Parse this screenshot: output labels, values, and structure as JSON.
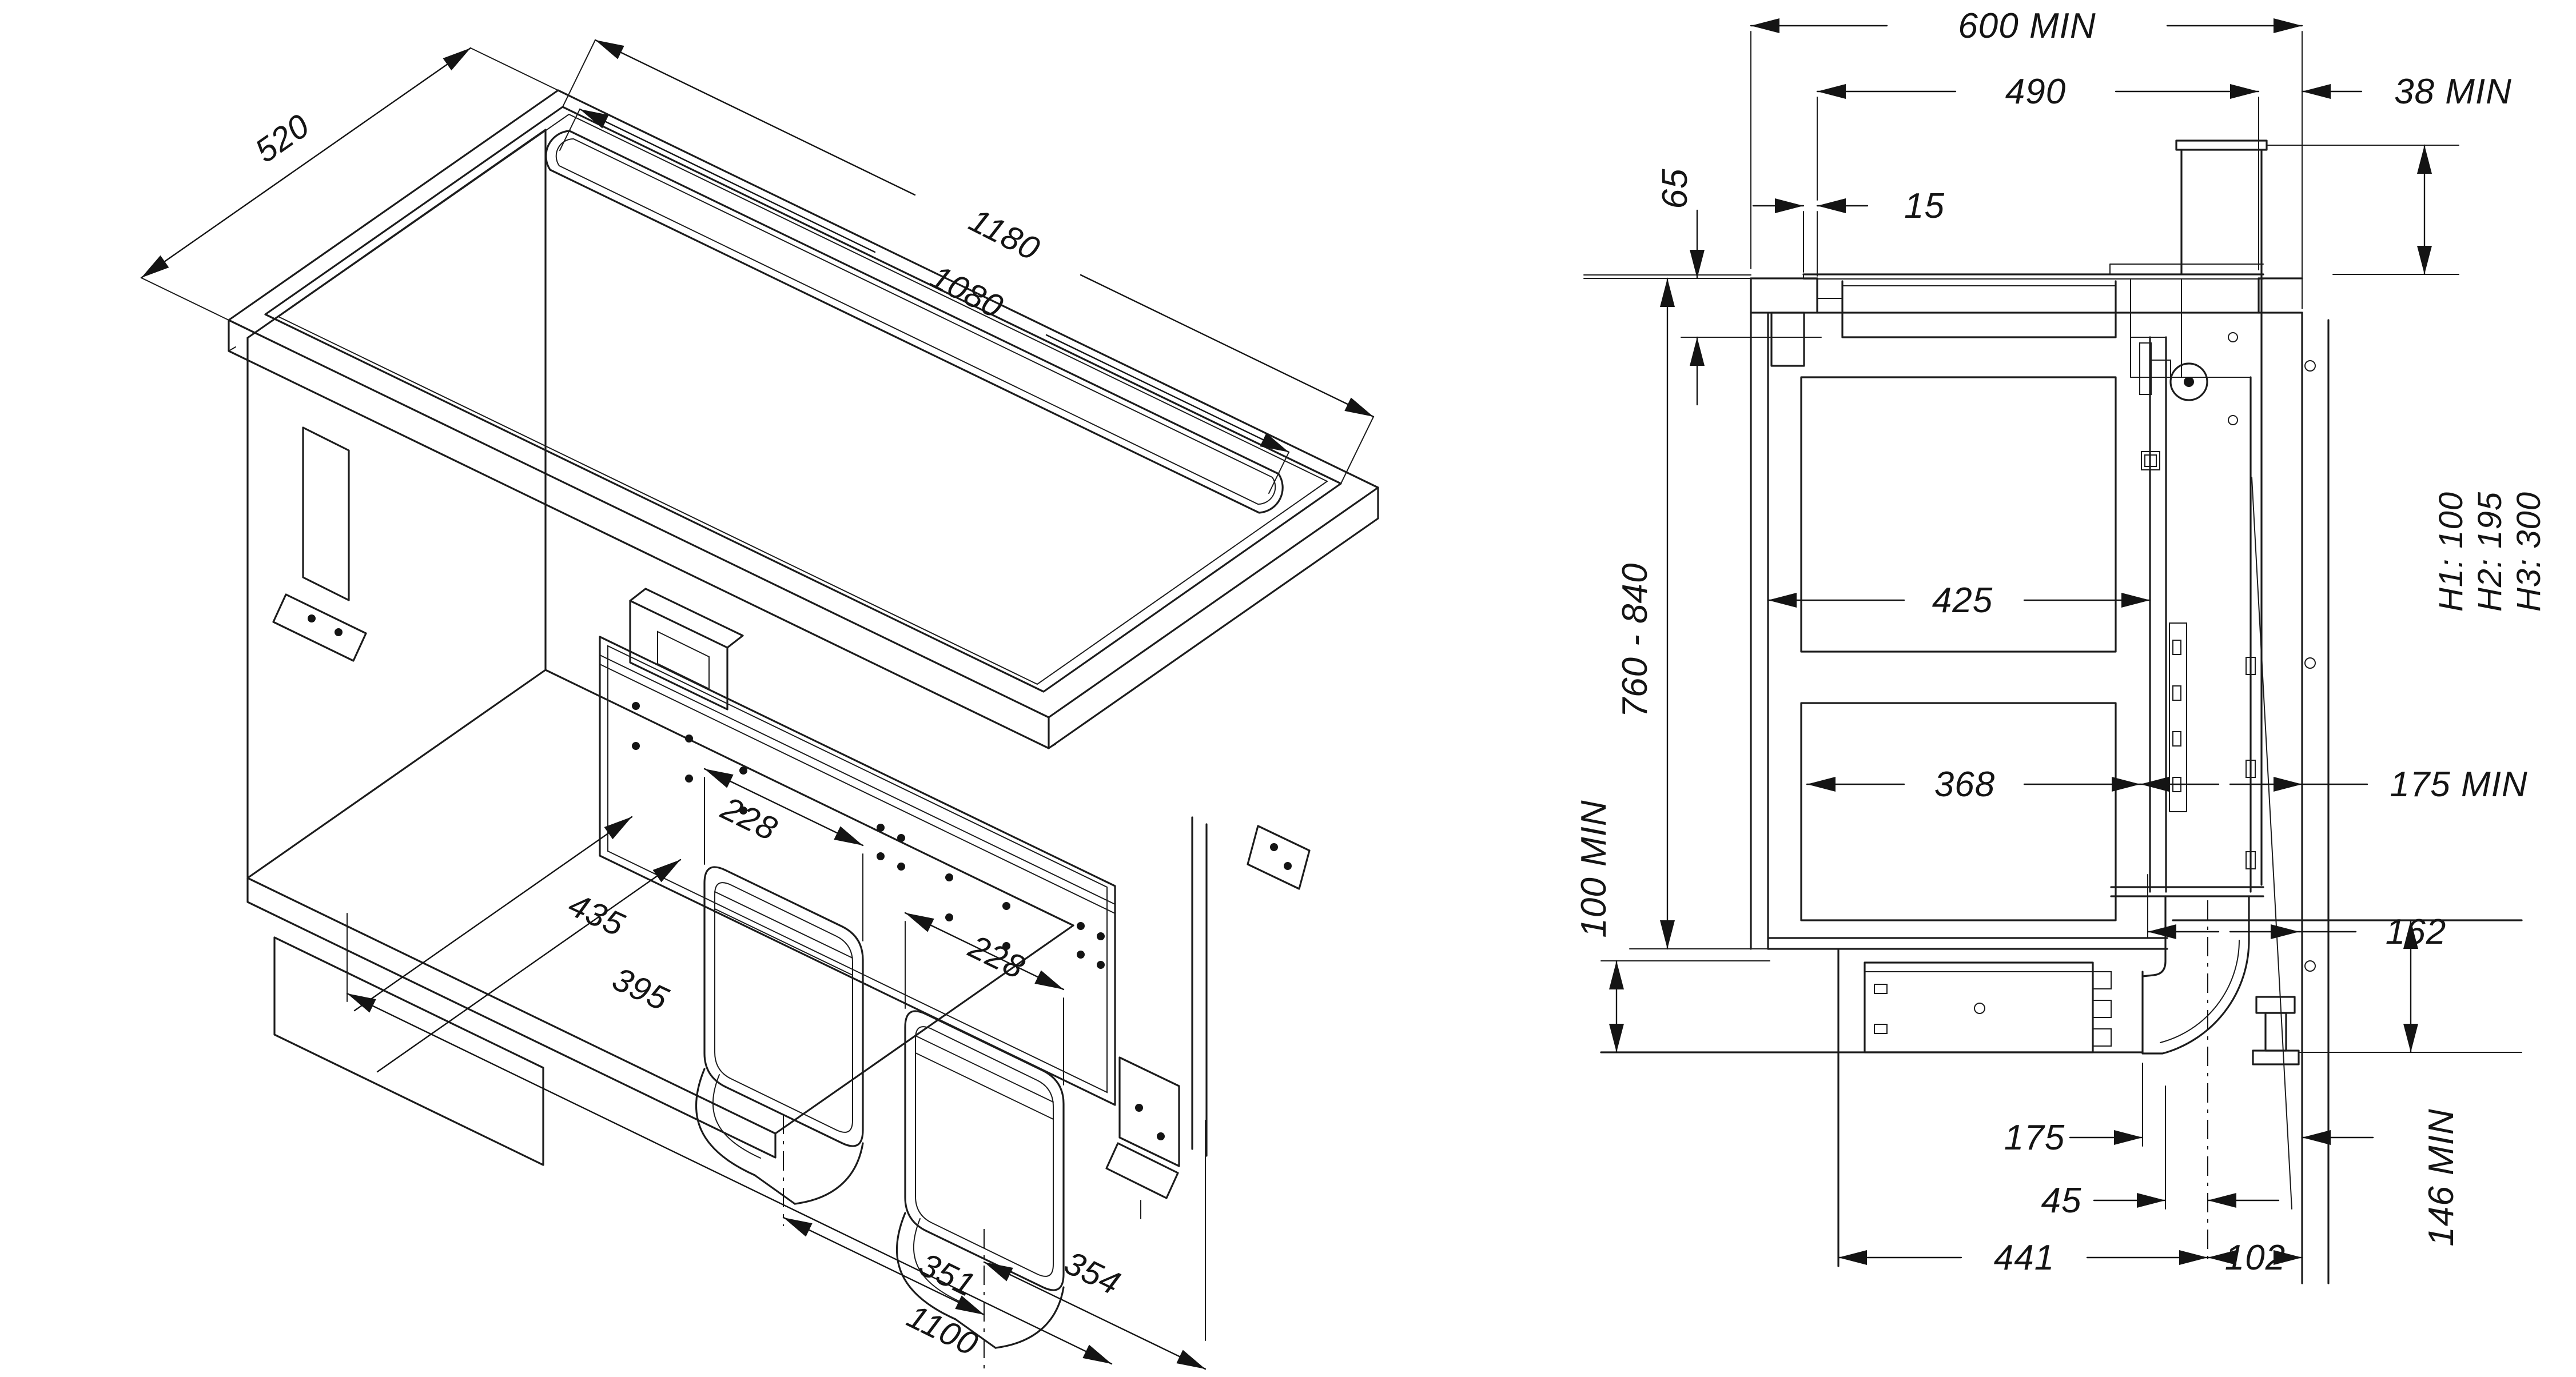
{
  "drawing": {
    "title": "Downdraft extractor hob installation drawing",
    "type": "technical-installation-diagram",
    "colors": {
      "line": "#1c1c1c",
      "text": "#141414",
      "background": "#ffffff"
    },
    "views": {
      "isometric": {
        "dims": {
          "worktop_depth": "520",
          "hob_length": "1180",
          "slot_length": "1080",
          "duct1_width": "228",
          "duct2_width": "228",
          "depth_to_duct_a": "435",
          "depth_to_duct_b": "395",
          "duct_spacing": "351",
          "overall_length": "1100",
          "right_offset": "354"
        }
      },
      "section": {
        "dims": {
          "worktop_min_depth": "600 MIN",
          "cutout_depth": "490",
          "rear_gap": "38 MIN",
          "hob_body_depth": "65",
          "front_gap": "15",
          "chimney_h1": "H1: 100",
          "chimney_h2": "H2: 195",
          "chimney_h3": "H3: 300",
          "inner_clear_depth": "425",
          "worktop_height_range": "760 - 840",
          "drawer_depth": "368",
          "rear_clearance": "175 MIN",
          "lower_clearance": "162",
          "bottom_clearance": "100 MIN",
          "duct_to_wall": "175",
          "duct_centre_offset": "45",
          "outlet_height_min": "146 MIN",
          "plinth_to_centre": "441",
          "centre_to_wall": "102"
        }
      }
    }
  }
}
